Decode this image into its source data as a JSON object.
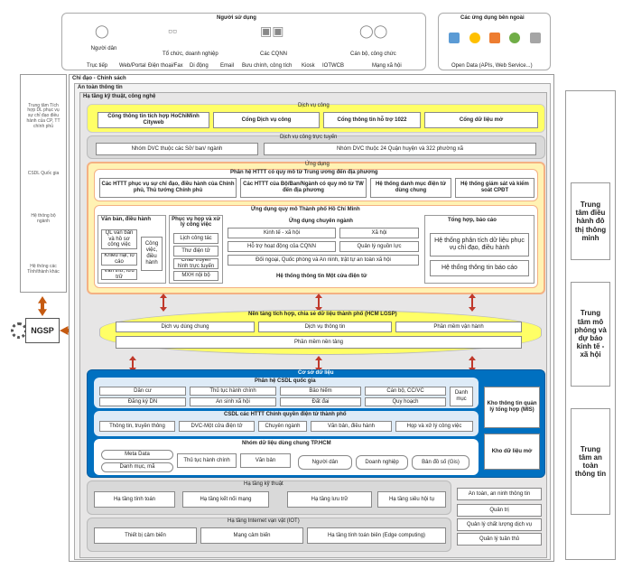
{
  "top": {
    "users_title": "Người sử dụng",
    "ext_title": "Các ứng dụng bên ngoài",
    "users": [
      "Người dân",
      "Tổ chức, doanh nghiệp",
      "Các CQNN",
      "Cán bộ, công chức"
    ],
    "channels": [
      "Trục tiếp",
      "Web/Portal",
      "Điện thoại/Fax",
      "Di động",
      "Email",
      "Bưu chính, công tích",
      "Kiosk",
      "IOTWCB",
      "Mạng xã hội"
    ],
    "ext_channel": "Open Data (APIs, Web Service...)"
  },
  "left": {
    "items": [
      "Trung tâm Tích hợp DL phục vụ sự chỉ đạo điều hành của CP, TT chính phủ",
      "CSDL Quốc gia",
      "Hệ thống bộ ngành",
      "Hệ thống các Tỉnh/thành khác"
    ],
    "ngsp": "NGSP"
  },
  "frame": {
    "policy": "Chỉ đạo - Chính sách",
    "security": "An toàn thông tin",
    "tech": "Hạ tầng kỹ thuật, công nghệ"
  },
  "public_service": {
    "title": "Dịch vụ công",
    "items": [
      "Cổng thông tin tích hợp HoChiMinh Cityweb",
      "Cổng Dịch vụ công",
      "Cổng thông tin hỗ trợ 1022",
      "Cổng dữ liệu mở"
    ]
  },
  "online_service": {
    "title": "Dịch vụ công trực tuyến",
    "items": [
      "Nhóm DVC thuộc các Sở/ ban/ ngành",
      "Nhóm DVC thuộc 24 Quận huyện và 322 phường xã"
    ]
  },
  "apps": {
    "title": "Ứng dụng",
    "central_title": "Phân hệ HTTT có quy mô từ Trung ương đến địa phương",
    "central_items": [
      "Các HTTT phục vụ sự chỉ đạo, điều hành của Chính phủ, Thủ tướng Chính phủ",
      "Các HTTT của Bộ/Ban/Ngành có quy mô từ TW đến địa phương",
      "Hệ thống danh mục điện tử dùng chung",
      "Hệ thống giám sát và kiểm soát CPĐT"
    ],
    "city_title": "Ứng dụng quy mô Thành phố Hồ Chí Minh",
    "office_title": "Văn bản, điều hành",
    "office_items": [
      "QL văn bản và hồ sơ công việc",
      "Khiếu nại, tố cáo",
      "Văn thư, lưu trữ"
    ],
    "office_side": "Công việc, điều hành",
    "meeting_title": "Phục vụ họp và xử lý công việc",
    "meeting_items": [
      "Lịch công tác",
      "Thư điện tử",
      "Chat/ truyền hình trực tuyến",
      "MXH nội bộ"
    ],
    "special_title": "Ứng dụng chuyên ngành",
    "special_items": [
      "Kinh tế - xã hội",
      "Xã hội",
      "Hỗ trợ hoạt động của CQNN",
      "Quản lý nguồn lực",
      "Đối ngoại, Quốc phòng và An ninh, trật tự an toàn xã hội"
    ],
    "summary_title": "Tổng hợp, báo cáo",
    "summary_items": [
      "Hệ thống phân tích dữ liệu phục vụ chỉ đạo, điều hành",
      "Hệ thống thông tin báo cáo"
    ],
    "onegate": "Hệ thống thông tin Một cửa điện tử"
  },
  "platform": {
    "title": "Nền tảng tích hợp, chia sẻ dữ liệu thành phố (HCM LGSP)",
    "items": [
      "Dịch vụ dùng chung",
      "Dịch vụ thông tin",
      "Phần mềm vận hành"
    ],
    "base": "Phần mềm nền tảng"
  },
  "database": {
    "title": "Cơ sở dữ liệu",
    "national_title": "Phân hệ CSDL quốc gia",
    "national_items": [
      "Dân cư",
      "Thủ tục hành chính",
      "Bảo hiểm",
      "Cán bộ, CC/VC",
      "Danh mục",
      "Đăng ký DN",
      "An sinh xã hội",
      "Đất đai",
      "Quy hoạch"
    ],
    "city_title": "CSDL các HTTT Chính quyền điện tử thành phố",
    "city_items": [
      "Thông tin, truyền thông",
      "DVC-Một cửa điện tử",
      "Chuyên ngành",
      "Văn bản, điều hành",
      "Họp và xử lý công việc"
    ],
    "shared_title": "Nhóm dữ liệu dùng chung TP.HCM",
    "shared_items": [
      "Meta Data",
      "Danh mục, mã",
      "Thủ tục hành chính",
      "Văn bản",
      "Người dân",
      "Doanh nghiệp",
      "Bản đồ số (Gis)"
    ],
    "mis": "Kho thông tin quản lý tổng hợp (MIS)",
    "open": "Kho dữ liệu mở"
  },
  "infra": {
    "tech_title": "Hạ tầng kỹ thuật",
    "tech_items": [
      "Hạ tầng tính toán",
      "Hạ tầng kết nối mạng",
      "Hạ tầng lưu trữ",
      "Hạ tầng siêu hội tụ"
    ],
    "iot_title": "Hạ tầng Internet vạn vật (IOT)",
    "iot_items": [
      "Thiết bị cảm biến",
      "Mạng cảm biến",
      "Hạ tầng tính toán biên (Edge computing)"
    ],
    "security_items": [
      "An toàn, an ninh thông tin",
      "Quản trị",
      "Quản lý chất lượng dịch vụ",
      "Quản lý tuân thủ"
    ]
  },
  "right": {
    "items": [
      "Trung tâm điều hành đô thị thông minh",
      "Trung tâm mô phỏng và dự báo kinh tế - xã hội",
      "Trung tâm an toàn thông tin"
    ]
  },
  "colors": {
    "yellow": "#ffff66",
    "yellow_light": "#fff2b3",
    "orange_border": "#f4b183",
    "blue": "#0070c0",
    "blue_light": "#deebf7",
    "gray": "#d9d9d9",
    "gray_dark": "#bfbfbf"
  }
}
